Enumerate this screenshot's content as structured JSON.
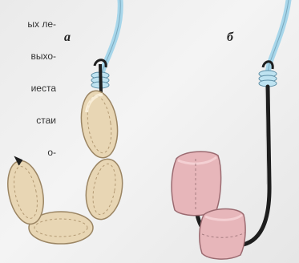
{
  "text_fragment": {
    "lines": [
      "ых ле-",
      "выхо-",
      "иеста",
      "стаи",
      "о-"
    ]
  },
  "labels": {
    "a": "а",
    "b": "б"
  },
  "colors": {
    "fishing_line": "#a7d6ea",
    "hook": "#1e1e1e",
    "egg_bait": "#e8d6b4",
    "egg_outline": "#9b8563",
    "cube_bait": "#e7b6ba",
    "cube_outline": "#9b6a70"
  }
}
